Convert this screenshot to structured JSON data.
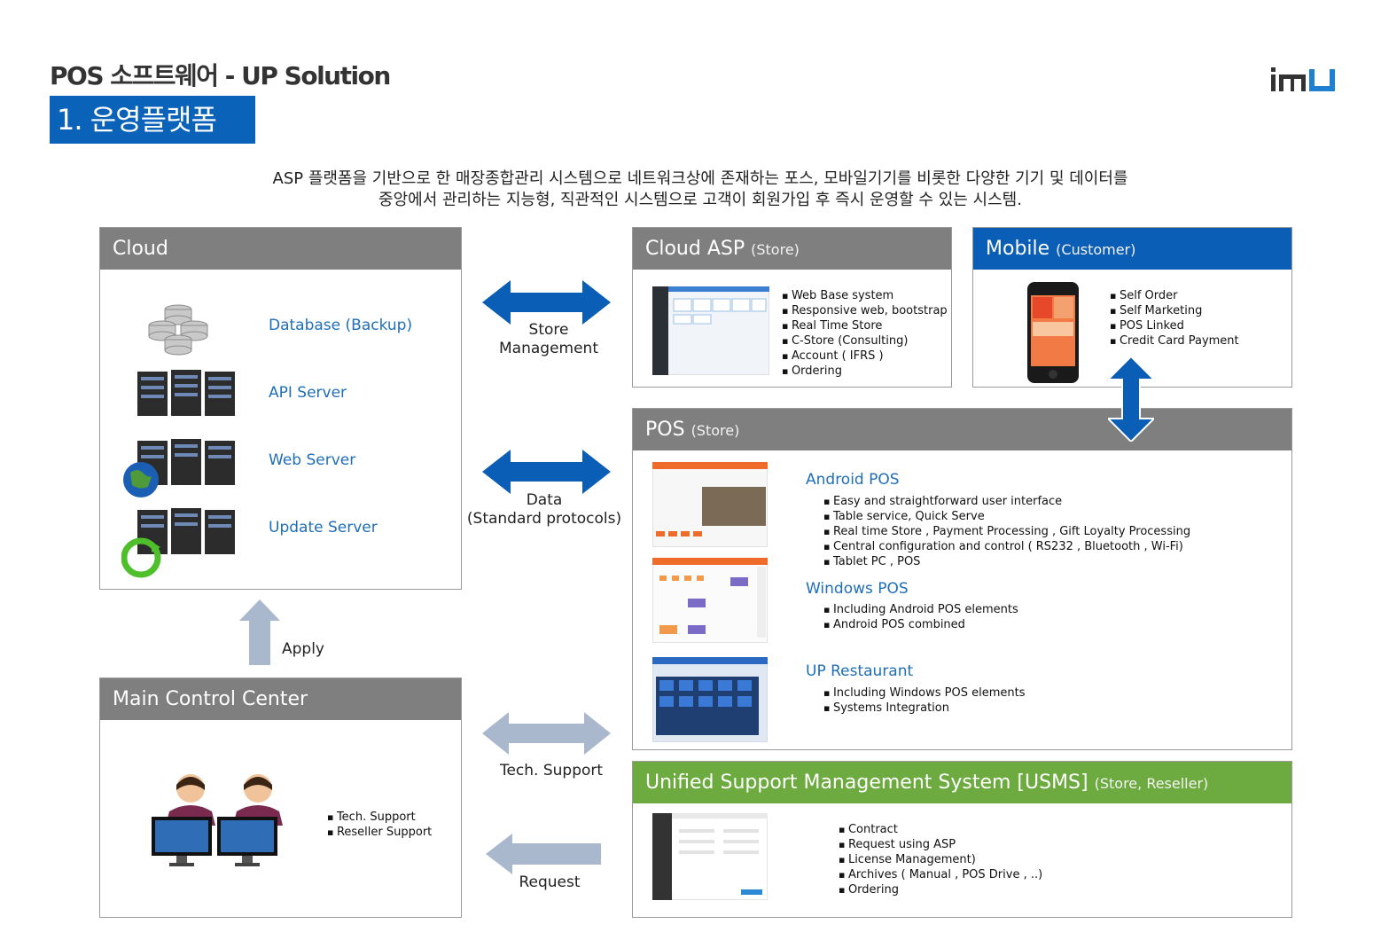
{
  "header": {
    "title": "POS 소프트웨어 - UP Solution",
    "subtitle": "1. 운영플랫폼"
  },
  "intro": {
    "line1": "ASP  플랫폼을 기반으로 한 매장종합관리 시스템으로 네트워크상에 존재하는 포스, 모바일기기를 비롯한 다양한 기기 및 데이터를",
    "line2": "중앙에서 관리하는 지능형, 직관적인 시스템으로 고객이 회원가입 후 즉시 운영할 수 있는 시스템."
  },
  "cloud": {
    "title": "Cloud",
    "items": [
      "Database (Backup)",
      "API Server",
      "Web Server",
      "Update Server"
    ]
  },
  "cloud_asp": {
    "title": "Cloud ASP",
    "sub": "(Store)",
    "bullets": [
      "Web Base system",
      "Responsive web, bootstrap",
      "Real Time Store",
      "C-Store (Consulting)",
      "Account ( IFRS )",
      "Ordering"
    ]
  },
  "mobile": {
    "title": "Mobile",
    "sub": "(Customer)",
    "bullets": [
      "Self Order",
      "Self Marketing",
      "POS Linked",
      "Credit Card Payment"
    ]
  },
  "pos": {
    "title": "POS",
    "sub": "(Store)",
    "android": {
      "name": "Android POS",
      "bullets": [
        "Easy and straightforward  user interface",
        "Table service, Quick Serve",
        "Real time Store , Payment Processing , Gift Loyalty Processing",
        "Central configuration  and control ( RS232 , Bluetooth , Wi-Fi)",
        "Tablet PC , POS"
      ]
    },
    "windows": {
      "name": "Windows POS",
      "bullets": [
        "Including Android  POS elements",
        "Android  POS combined"
      ]
    },
    "restaurant": {
      "name": "UP Restaurant",
      "bullets": [
        " Including Windows  POS elements",
        "Systems Integration"
      ]
    }
  },
  "mcc": {
    "title": "Main Control Center",
    "bullets": [
      "Tech. Support",
      "Reseller Support"
    ]
  },
  "usms": {
    "title": "Unified Support  Management System [USMS]",
    "sub": "(Store, Reseller)",
    "bullets": [
      "Contract",
      "Request using ASP",
      "License Management)",
      "Archives ( Manual , POS Drive , ..)",
      "Ordering"
    ]
  },
  "arrows": {
    "store_mgmt_1": "Store",
    "store_mgmt_2": "Management",
    "data_1": "Data",
    "data_2": "(Standard protocols)",
    "apply": "Apply",
    "tech_support": "Tech. Support",
    "request": "Request"
  },
  "colors": {
    "accent_blue": "#0a5eb5",
    "header_gray": "#7f7f7f",
    "usms_green": "#6daa3f",
    "label_blue": "#1f6eb8",
    "arrow_gray": "#a9b8cc"
  }
}
